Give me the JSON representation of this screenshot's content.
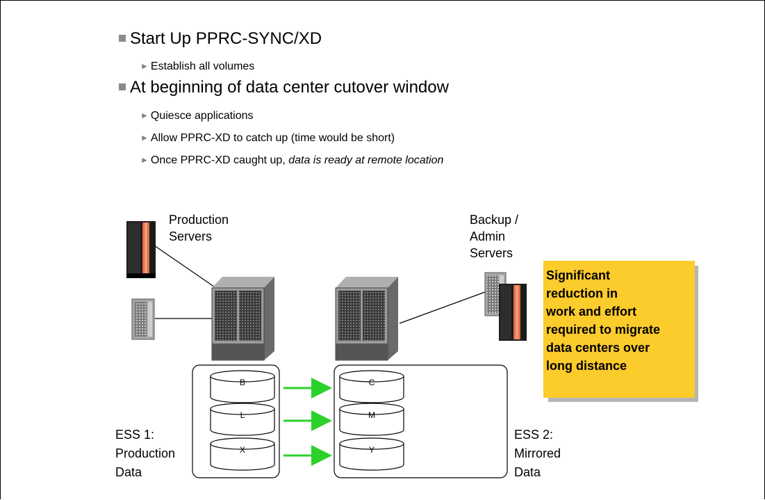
{
  "bullets": [
    {
      "text": "Start Up PPRC-SYNC/XD",
      "sub": [
        "Establish all volumes"
      ]
    },
    {
      "text": "At beginning of data center cutover window",
      "sub": [
        "Quiesce applications",
        "Allow PPRC-XD to catch up (time would be short)",
        "Once PPRC-XD caught up, "
      ]
    }
  ],
  "bullet_last_italic": "data is ready at remote location",
  "labels": {
    "production_servers": [
      "Production",
      "Servers"
    ],
    "backup_servers": [
      "Backup /",
      "Admin",
      "Servers"
    ],
    "ess1": [
      "ESS 1:",
      "Production",
      "Data"
    ],
    "ess2": [
      "ESS 2:",
      "Mirrored",
      "Data"
    ]
  },
  "callout": [
    "Significant",
    "reduction in",
    "work and effort",
    "required to migrate",
    "data centers over",
    "long distance"
  ],
  "disks": {
    "source": [
      "B",
      "L",
      "X"
    ],
    "target": [
      "C",
      "M",
      "Y"
    ]
  },
  "colors": {
    "arrow": "#2bd12b",
    "callout": "#fccb2c",
    "server_stripe": "#e0704a"
  }
}
